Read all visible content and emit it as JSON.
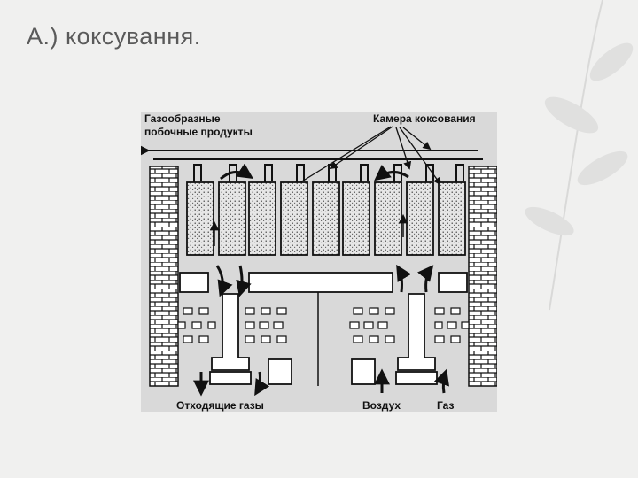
{
  "slide": {
    "title": "А.) коксування."
  },
  "diagram": {
    "labels": {
      "byproducts_line1": "Газообразные",
      "byproducts_line2": "побочные продукты",
      "chamber": "Камера коксования",
      "exhaust": "Отходящие газы",
      "air": "Воздух",
      "gas": "Газ"
    },
    "colors": {
      "background": "#d9d9d9",
      "stroke": "#111111",
      "brick": "#ffffff",
      "coal": "#c8c8c8"
    }
  }
}
